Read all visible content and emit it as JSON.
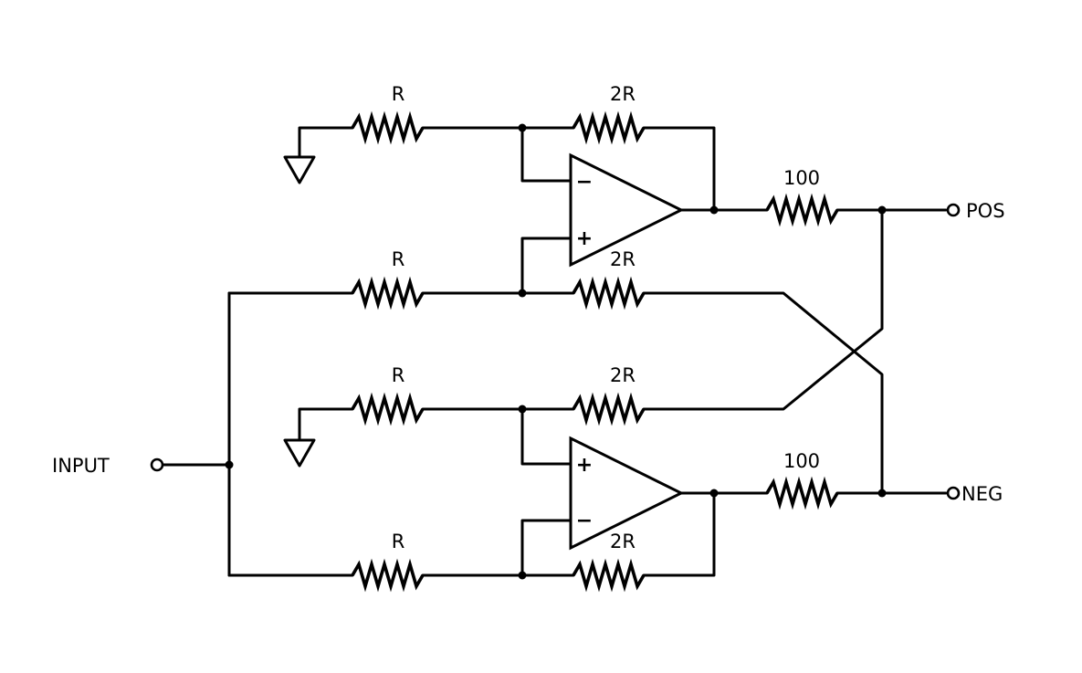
{
  "labels": {
    "r_top": "R",
    "two_r_top": "2R",
    "hundred_top": "100",
    "r_mid_top": "R",
    "two_r_mid_top": "2R",
    "r_mid_bottom": "R",
    "two_r_mid_bottom": "2R",
    "hundred_bottom": "100",
    "r_bottom": "R",
    "two_r_bottom": "2R"
  },
  "terminals": {
    "input": "INPUT",
    "pos": "POS",
    "neg": "NEG"
  },
  "opamp_signs": {
    "top_minus": "−",
    "top_plus": "+",
    "bottom_plus": "+",
    "bottom_minus": "−"
  }
}
